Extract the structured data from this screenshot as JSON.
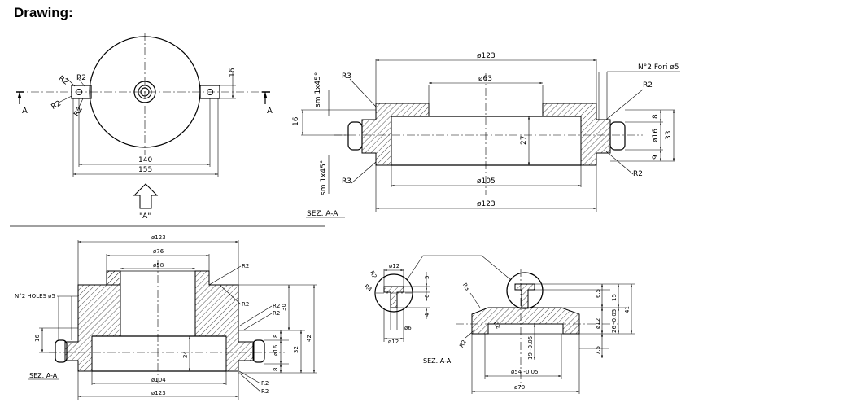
{
  "title": "Drawing:",
  "top_left": {
    "r2_a": "R2",
    "r2_b": "R2",
    "r2_c": "R2",
    "r2_d": "R2",
    "dim_16": "16",
    "dim_140": "140",
    "dim_155": "155",
    "section_a_left": "A",
    "section_a_right": "A",
    "view_label": "\"A\""
  },
  "top_right": {
    "dim_d123_top": "ø123",
    "dim_d63": "ø63",
    "dim_d105": "ø105",
    "dim_d123_bottom": "ø123",
    "holes_note": "N°2 Fori ø5",
    "r3_top": "R3",
    "r3_bottom": "R3",
    "r2_top": "R2",
    "r2_bottom": "R2",
    "chamfer_top": "sm 1x45°",
    "chamfer_bottom": "sm 1x45°",
    "dim_16": "16",
    "dim_27": "27",
    "dim_8": "8",
    "dim_d16": "ø16",
    "dim_9": "9",
    "dim_33": "33",
    "section_label": "SEZ. A-A"
  },
  "bottom_left": {
    "dim_d123_top": "ø123",
    "dim_d76": "ø76",
    "dim_d58": "ø58",
    "dim_d104": "ø104",
    "dim_d123_bottom": "ø123",
    "holes_note": "N°2 HOLES ø5",
    "r2_1": "R2",
    "r2_2": "R2",
    "r2_3": "R2",
    "r2_4": "R2",
    "r2_5": "R2",
    "r2_6": "R2",
    "dim_16": "16",
    "dim_24": "24",
    "dim_30": "30",
    "dim_8a": "8",
    "dim_d16": "ø16",
    "dim_8b": "8",
    "dim_32": "32",
    "dim_42": "42",
    "section_label": "SEZ. A-A"
  },
  "bottom_right": {
    "detail_d12_top": "ø12",
    "detail_r2": "R2",
    "detail_r4": "R4",
    "detail_5": "5",
    "detail_6": "6",
    "detail_4": "4",
    "detail_d6": "ø6",
    "detail_d12_bottom": "ø12",
    "r3": "R3",
    "r2_left": "R2",
    "r2_inner": "R2",
    "dim_65": "6.5",
    "dim_15": "15",
    "dim_d12": "ø12",
    "dim_26": "26 -0.05",
    "dim_41": "41",
    "dim_75": "7.5",
    "dim_19": "19 -0.05",
    "dim_d54": "ø54 -0.05",
    "dim_d70": "ø70",
    "section_label": "SEZ. A-A"
  }
}
